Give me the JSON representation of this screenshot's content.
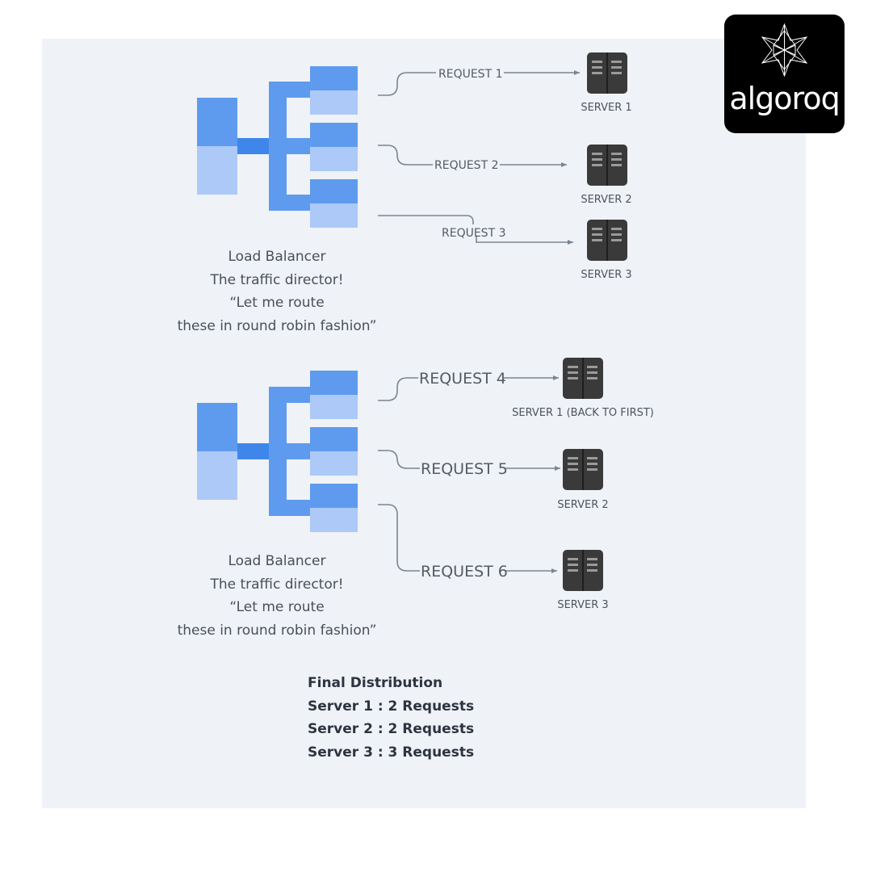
{
  "brand": {
    "name": "algoroq"
  },
  "sections": [
    {
      "requests": [
        "REQUEST 1",
        "REQUEST 2",
        "REQUEST 3"
      ],
      "servers": [
        "SERVER 1",
        "SERVER 2",
        "SERVER 3"
      ],
      "caption": [
        "Load Balancer",
        "The traffic director!",
        "“Let me route",
        "these in round robin fashion”"
      ]
    },
    {
      "requests": [
        "REQUEST 4",
        "REQUEST 5",
        "REQUEST 6"
      ],
      "servers": [
        "SERVER 1 (BACK TO FIRST)",
        "SERVER 2",
        "SERVER 3"
      ],
      "caption": [
        "Load Balancer",
        "The traffic director!",
        "“Let me route",
        "these in round robin fashion”"
      ]
    }
  ],
  "final_distribution": {
    "title": "Final Distribution",
    "lines": [
      "Server 1 : 2 Requests",
      "Server 2 : 2 Requests",
      "Server 3 : 3 Requests"
    ]
  },
  "colors": {
    "lb_dark": "#5e9bef",
    "lb_light": "#adc9f7",
    "lb_connector": "#3f86ea",
    "server": "#3a3a3a",
    "line": "#7b8592"
  }
}
